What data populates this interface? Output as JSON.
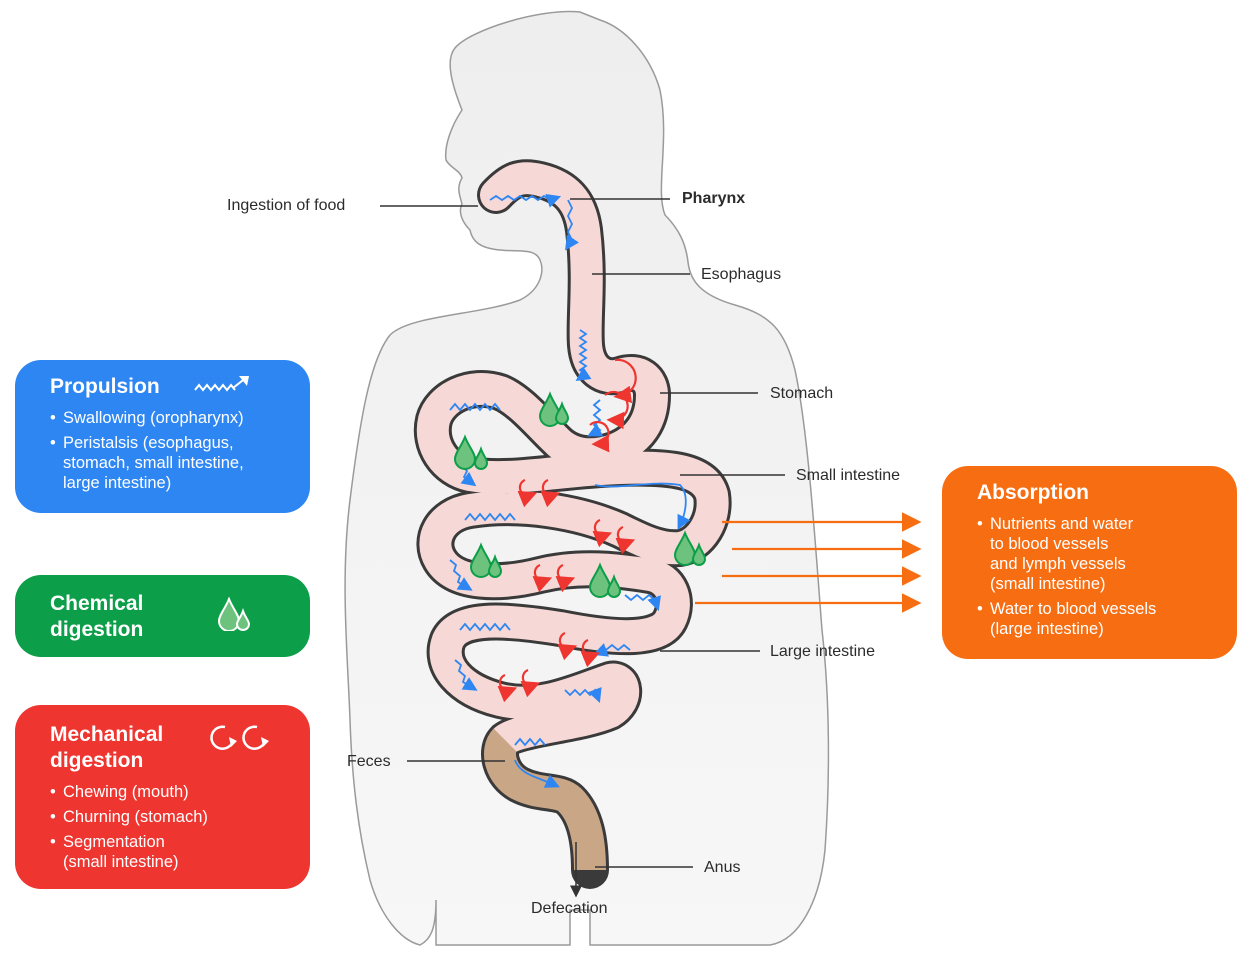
{
  "labels": {
    "ingestion": "Ingestion of food",
    "pharynx": "Pharynx",
    "esophagus": "Esophagus",
    "stomach": "Stomach",
    "small_intestine": "Small intestine",
    "large_intestine": "Large intestine",
    "feces": "Feces",
    "anus": "Anus",
    "defecation": "Defecation"
  },
  "cards": {
    "propulsion": {
      "title": "Propulsion",
      "items": [
        "Swallowing (oropharynx)",
        "Peristalsis (esophagus,\nstomach, small intestine,\nlarge intestine)"
      ],
      "color": "#2e86f3",
      "icon": "wave-arrow-icon"
    },
    "chemical": {
      "title": "Chemical\ndigestion",
      "color": "#0c9e49",
      "icon": "droplets-icon"
    },
    "mechanical": {
      "title": "Mechanical\ndigestion",
      "items": [
        "Chewing (mouth)",
        "Churning (stomach)",
        "Segmentation\n(small intestine)"
      ],
      "color": "#ee3530",
      "icon": "circular-arrows-icon"
    },
    "absorption": {
      "title": "Absorption",
      "items": [
        "Nutrients and water\nto blood vessels\nand lymph vessels\n(small intestine)",
        "Water to blood vessels\n(large intestine)"
      ],
      "color": "#f76d12"
    }
  },
  "colors": {
    "body_fill": "#f0f0f0",
    "body_outline": "#9a9a9a",
    "tract_fill": "#f6d9d6",
    "tract_outline": "#3a3a3a",
    "feces_fill": "#c9a686",
    "peristalsis": "#2e86f3",
    "churning": "#ee3530",
    "enzyme": "#0c9e49",
    "absorption_arrow": "#f76d12"
  }
}
